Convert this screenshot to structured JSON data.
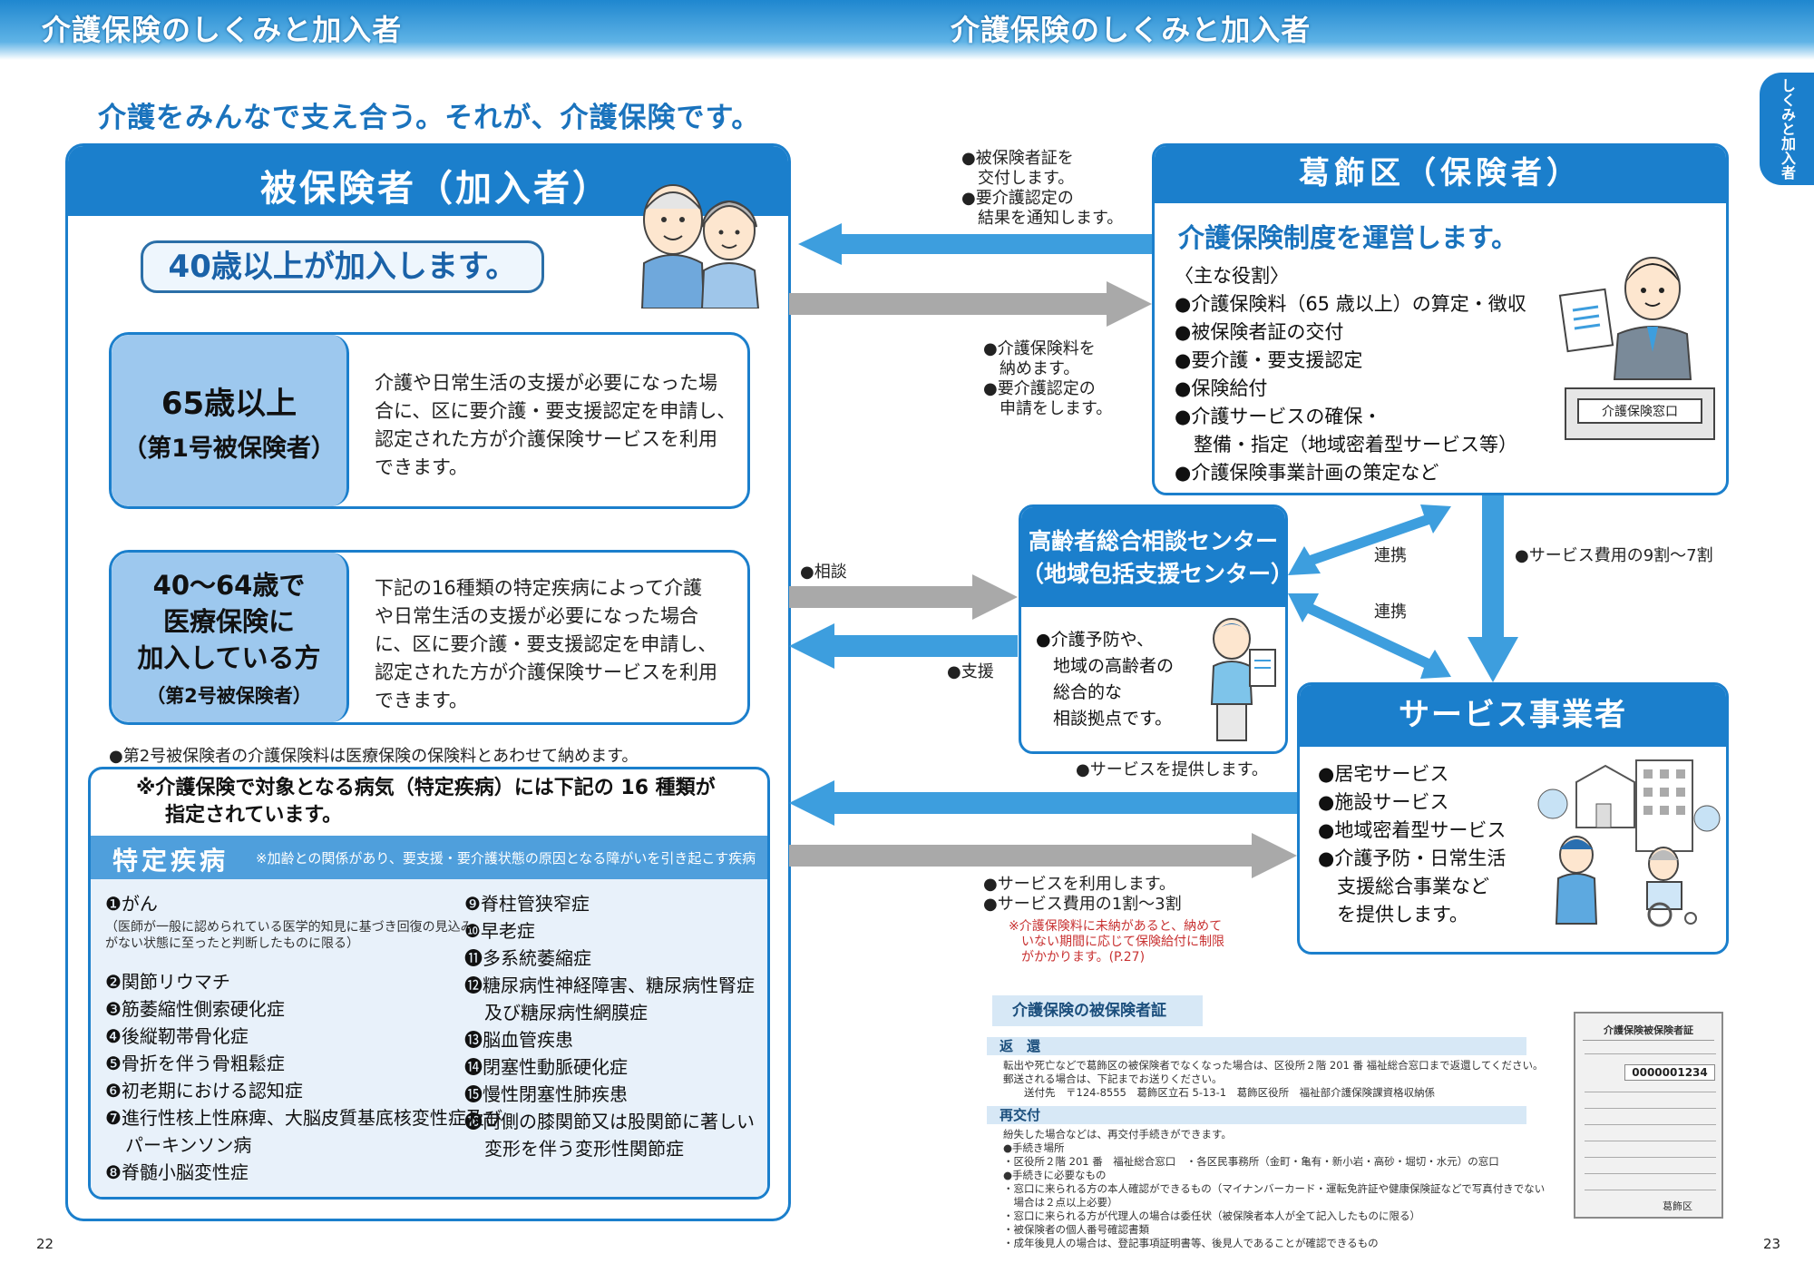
{
  "header": {
    "left_title": "介護保険のしくみと加入者",
    "right_title": "介護保険のしくみと加入者"
  },
  "side_tab": "しくみと加入者",
  "slogan": "介護をみんなで支え合う。それが、介護保険です。",
  "insured": {
    "title": "被保険者（加入者）",
    "age_pill": "40歳以上が加入します。",
    "cat1": {
      "label_a": "65歳以上",
      "label_b": "（第1号被保険者）",
      "lines": [
        "介護や日常生活の支援が必要になった場",
        "合に、区に要介護・要支援認定を申請し、",
        "認定された方が介護保険サービスを利用",
        "できます。"
      ]
    },
    "cat2": {
      "label_lines": [
        "40～64歳で",
        "医療保険に",
        "加入している方"
      ],
      "label_b": "（第2号被保険者）",
      "lines": [
        "下記の16種類の特定疾病によって介護",
        "や日常生活の支援が必要になった場合",
        "に、区に要介護・要支援認定を申請し、",
        "認定された方が介護保険サービスを利用",
        "できます。"
      ]
    },
    "note": "●第2号被保険者の介護保険料は医療保険の保険料とあわせて納めます。"
  },
  "disease": {
    "title_lines": [
      "※介護保険で対象となる病気（特定疾病）には下記の 16 種類が",
      "指定されています。"
    ],
    "band_title": "特定疾病",
    "band_sub": "※加齢との関係があり、要支援・要介護状態の原因となる障がいを引き起こす疾病",
    "left": [
      "❶がん",
      "（医師が一般に認められている医学的知見に基づき回復の見込み",
      "がない状態に至ったと判断したものに限る）",
      "❷関節リウマチ",
      "❸筋萎縮性側索硬化症",
      "❹後縦靭帯骨化症",
      "❺骨折を伴う骨粗鬆症",
      "❻初老期における認知症",
      "❼進行性核上性麻痺、大脳皮質基底核変性症及び",
      "パーキンソン病",
      "❽脊髄小脳変性症"
    ],
    "right": [
      "❾脊柱管狭窄症",
      "❿早老症",
      "⓫多系統萎縮症",
      "⓬糖尿病性神経障害、糖尿病性腎症",
      "及び糖尿病性網膜症",
      "⓭脳血管疾患",
      "⓮閉塞性動脈硬化症",
      "⓯慢性閉塞性肺疾患",
      "⓰両側の膝関節又は股関節に著しい",
      "変形を伴う変形性関節症"
    ]
  },
  "flow": {
    "notify_lines": [
      "●被保険者証を",
      "　交付します。",
      "●要介護認定の",
      "　結果を通知します。"
    ],
    "pay_lines": [
      "●介護保険料を",
      "　納めます。",
      "●要介護認定の",
      "　申請をします。"
    ],
    "consult": "●相談",
    "support": "●支援",
    "renkei1": "連携",
    "renkei2": "連携",
    "cost": "●サービス費用の9割〜7割",
    "provide": "●サービスを提供します。",
    "use_lines": [
      "●サービスを利用します。",
      "●サービス費用の1割〜3割"
    ],
    "red_note_lines": [
      "※介護保険料に未納があると、納めて",
      "　いない期間に応じて保険給付に制限",
      "　がかかります。(P.27)"
    ]
  },
  "katsushika": {
    "title": "葛飾区（保険者）",
    "subtitle": "介護保険制度を運営します。",
    "items": [
      "〈主な役割〉",
      "●介護保険料（65 歳以上）の算定・徴収",
      "●被保険者証の交付",
      "●要介護・要支援認定",
      "●保険給付",
      "●介護サービスの確保・",
      "　整備・指定（地域密着型サービス等）",
      "●介護保険事業計画の策定など"
    ],
    "window_sign": "介護保険窓口"
  },
  "center": {
    "title_lines": [
      "高齢者総合相談センター",
      "（地域包括支援センター）"
    ],
    "items": [
      "●介護予防や、",
      "　地域の高齢者の",
      "　総合的な",
      "　相談拠点です。"
    ]
  },
  "service": {
    "title": "サービス事業者",
    "items": [
      "●居宅サービス",
      "●施設サービス",
      "●地域密着型サービス",
      "●介護予防・日常生活",
      "　支援総合事業など",
      "　を提供します。"
    ]
  },
  "card": {
    "title": "介護保険の被保険者証",
    "sec1": "返　還",
    "sec1_lines": [
      "転出や死亡などで葛飾区の被保険者でなくなった場合は、区役所２階 201 番 福祉総合窓口まで返還してください。",
      "郵送される場合は、下記までお送りください。",
      "　　送付先　〒124-8555　葛飾区立石 5-13-1　葛飾区役所　福祉部介護保険課資格収納係"
    ],
    "sec2": "再交付",
    "sec2_lines": [
      "紛失した場合などは、再交付手続きができます。",
      "●手続き場所",
      "・区役所２階 201 番　福祉総合窓口　・各区民事務所（金町・亀有・新小岩・高砂・堀切・水元）の窓口",
      "●手続きに必要なもの",
      "・窓口に来られる方の本人確認ができるもの（マイナンバーカード・運転免許証や健康保険証などで写真付きでない",
      "　場合は２点以上必要）",
      "・窓口に来られる方が代理人の場合は委任状（被保険者本人が全て記入したものに限る）",
      "・被保険者の個人番号確認書類",
      "・成年後見人の場合は、登記事項証明書等、後見人であることが確認できるもの"
    ],
    "id_title": "介護保険被保険者証",
    "id_number": "0000001234",
    "id_city": "葛飾区"
  },
  "pages": {
    "left": "22",
    "right": "23"
  },
  "colors": {
    "primary": "#1b7fcc",
    "light": "#9dc8ee",
    "gray_arrow": "#a9a9a9",
    "blue_arrow": "#3d9ede",
    "red": "#c83232"
  }
}
